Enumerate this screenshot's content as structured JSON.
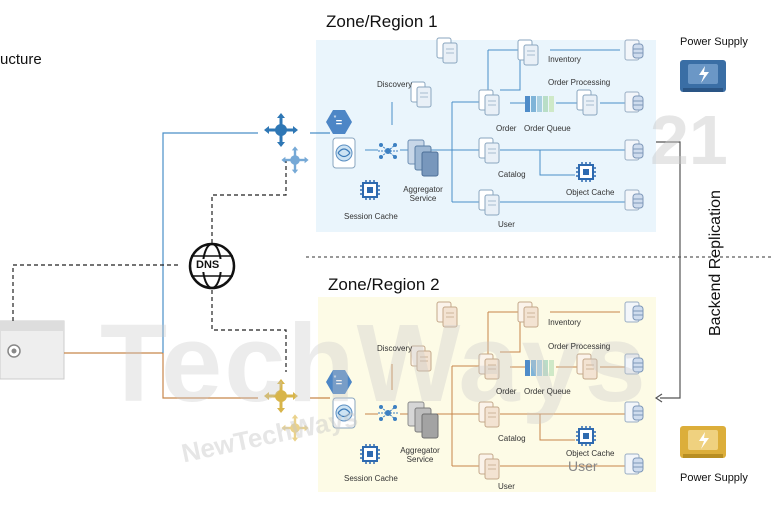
{
  "header": {
    "fragment": "ucture"
  },
  "zones": [
    {
      "title": "Zone/Region 1"
    },
    {
      "title": "Zone/Region 2"
    }
  ],
  "services": {
    "discovery": "Discovery",
    "inventory": "Inventory",
    "order_processing": "Order Processing",
    "order": "Order",
    "order_queue": "Order Queue",
    "catalog": "Catalog",
    "object_cache": "Object Cache",
    "user": "User",
    "aggregator": "Aggregator Service",
    "session_cache": "Session Cache"
  },
  "zone2_extra": {
    "user_large": "User"
  },
  "power_supply": "Power Supply",
  "replication": "Backend Replication",
  "dns": "DNS",
  "watermark": {
    "main": "TechWays",
    "sub": "NewTechWays",
    "year": "21"
  },
  "colors": {
    "zone1_bg": "#eaf5fc",
    "zone2_bg": "#fdfbe6",
    "blue_link": "#4a8fc7",
    "orange_link": "#c8864a",
    "lb_blue": "#2e77b5",
    "lb_gold": "#d8b54a",
    "power_blue": "#3a6ea5",
    "power_gold": "#dcae3a"
  }
}
